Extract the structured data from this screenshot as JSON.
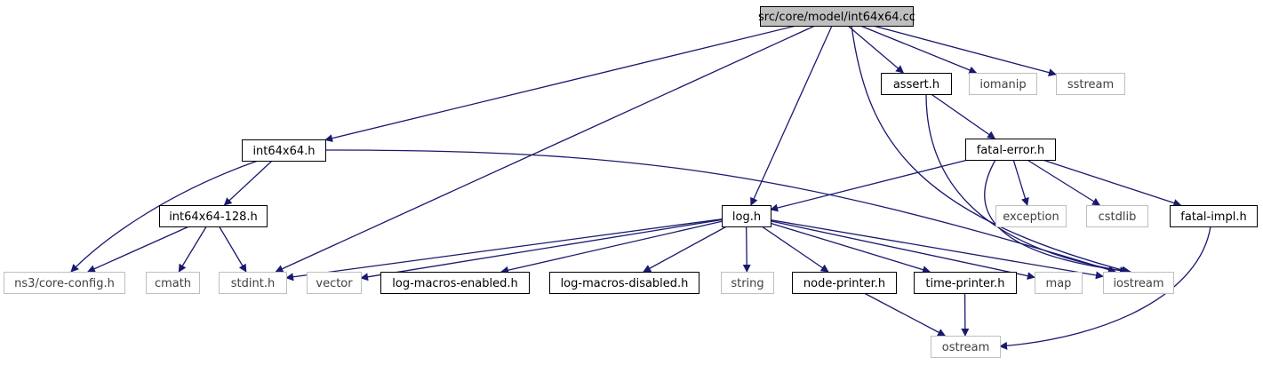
{
  "colors": {
    "edge": "#191970",
    "root_fill": "#bfbfbf",
    "node_border": "#000000",
    "external_border": "#bfbfbf",
    "background": "#ffffff"
  },
  "nodes": [
    {
      "id": "root",
      "label": "src/core/model/int64x64.cc",
      "kind": "root"
    },
    {
      "id": "int64x64_h",
      "label": "int64x64.h",
      "kind": "file"
    },
    {
      "id": "assert_h",
      "label": "assert.h",
      "kind": "file"
    },
    {
      "id": "iomanip",
      "label": "iomanip",
      "kind": "external"
    },
    {
      "id": "sstream",
      "label": "sstream",
      "kind": "external"
    },
    {
      "id": "fatal_error_h",
      "label": "fatal-error.h",
      "kind": "file"
    },
    {
      "id": "int64x64_128_h",
      "label": "int64x64-128.h",
      "kind": "file"
    },
    {
      "id": "log_h",
      "label": "log.h",
      "kind": "file"
    },
    {
      "id": "exception",
      "label": "exception",
      "kind": "external"
    },
    {
      "id": "cstdlib",
      "label": "cstdlib",
      "kind": "external"
    },
    {
      "id": "fatal_impl_h",
      "label": "fatal-impl.h",
      "kind": "file"
    },
    {
      "id": "core_config_h",
      "label": "ns3/core-config.h",
      "kind": "external"
    },
    {
      "id": "cmath",
      "label": "cmath",
      "kind": "external"
    },
    {
      "id": "stdint_h",
      "label": "stdint.h",
      "kind": "external"
    },
    {
      "id": "vector",
      "label": "vector",
      "kind": "external"
    },
    {
      "id": "log_macros_enabled_h",
      "label": "log-macros-enabled.h",
      "kind": "file"
    },
    {
      "id": "log_macros_disabled_h",
      "label": "log-macros-disabled.h",
      "kind": "file"
    },
    {
      "id": "string",
      "label": "string",
      "kind": "external"
    },
    {
      "id": "node_printer_h",
      "label": "node-printer.h",
      "kind": "file"
    },
    {
      "id": "time_printer_h",
      "label": "time-printer.h",
      "kind": "file"
    },
    {
      "id": "map",
      "label": "map",
      "kind": "external"
    },
    {
      "id": "iostream",
      "label": "iostream",
      "kind": "external"
    },
    {
      "id": "ostream",
      "label": "ostream",
      "kind": "external"
    }
  ],
  "edges": [
    {
      "from": "root",
      "to": "int64x64_h"
    },
    {
      "from": "root",
      "to": "stdint_h"
    },
    {
      "from": "root",
      "to": "log_h"
    },
    {
      "from": "root",
      "to": "iostream"
    },
    {
      "from": "root",
      "to": "assert_h"
    },
    {
      "from": "root",
      "to": "iomanip"
    },
    {
      "from": "root",
      "to": "sstream"
    },
    {
      "from": "int64x64_h",
      "to": "int64x64_128_h"
    },
    {
      "from": "int64x64_h",
      "to": "core_config_h"
    },
    {
      "from": "int64x64_h",
      "to": "iostream"
    },
    {
      "from": "assert_h",
      "to": "fatal_error_h"
    },
    {
      "from": "assert_h",
      "to": "iostream"
    },
    {
      "from": "fatal_error_h",
      "to": "log_h"
    },
    {
      "from": "fatal_error_h",
      "to": "exception"
    },
    {
      "from": "fatal_error_h",
      "to": "cstdlib"
    },
    {
      "from": "fatal_error_h",
      "to": "fatal_impl_h"
    },
    {
      "from": "fatal_error_h",
      "to": "iostream"
    },
    {
      "from": "fatal_impl_h",
      "to": "ostream"
    },
    {
      "from": "int64x64_128_h",
      "to": "core_config_h"
    },
    {
      "from": "int64x64_128_h",
      "to": "cmath"
    },
    {
      "from": "int64x64_128_h",
      "to": "stdint_h"
    },
    {
      "from": "log_h",
      "to": "stdint_h"
    },
    {
      "from": "log_h",
      "to": "vector"
    },
    {
      "from": "log_h",
      "to": "log_macros_enabled_h"
    },
    {
      "from": "log_h",
      "to": "log_macros_disabled_h"
    },
    {
      "from": "log_h",
      "to": "string"
    },
    {
      "from": "log_h",
      "to": "node_printer_h"
    },
    {
      "from": "log_h",
      "to": "time_printer_h"
    },
    {
      "from": "log_h",
      "to": "map"
    },
    {
      "from": "log_h",
      "to": "iostream"
    },
    {
      "from": "node_printer_h",
      "to": "ostream"
    },
    {
      "from": "time_printer_h",
      "to": "ostream"
    }
  ]
}
